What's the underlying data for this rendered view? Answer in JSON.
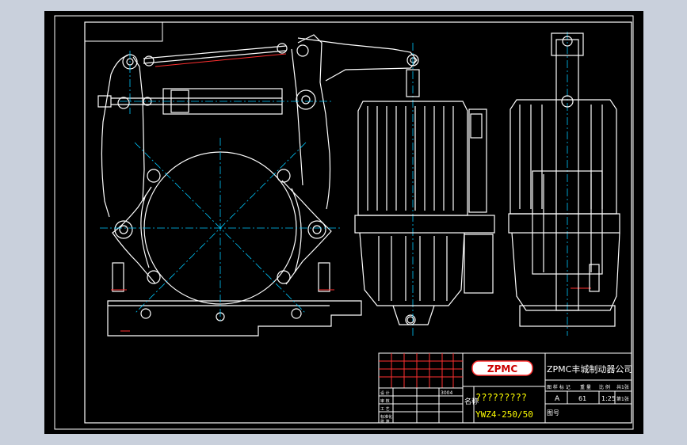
{
  "title_block": {
    "company": "ZPMC丰城制动器公司",
    "logo_text": "ZPMC",
    "drawing_name": "?????????",
    "model": "YWZ4-250/50",
    "name_label": "名称",
    "drawing_no_label": "图号",
    "row_headers": [
      "图 样 标 记",
      "重 量",
      "比 例"
    ],
    "mark": "A",
    "weight": "61",
    "scale": "1:25",
    "sheet": "第1张",
    "sheets_total": "共1张",
    "small_code": "3004",
    "sign_rows": [
      "设 计",
      "审 核",
      "工 艺",
      "标准化",
      "批 准"
    ]
  },
  "colors": {
    "background": "#000000",
    "outline": "#ffffff",
    "centerline": "#00c8ff",
    "hidden": "#ff3030",
    "accent": "#ffff00"
  }
}
